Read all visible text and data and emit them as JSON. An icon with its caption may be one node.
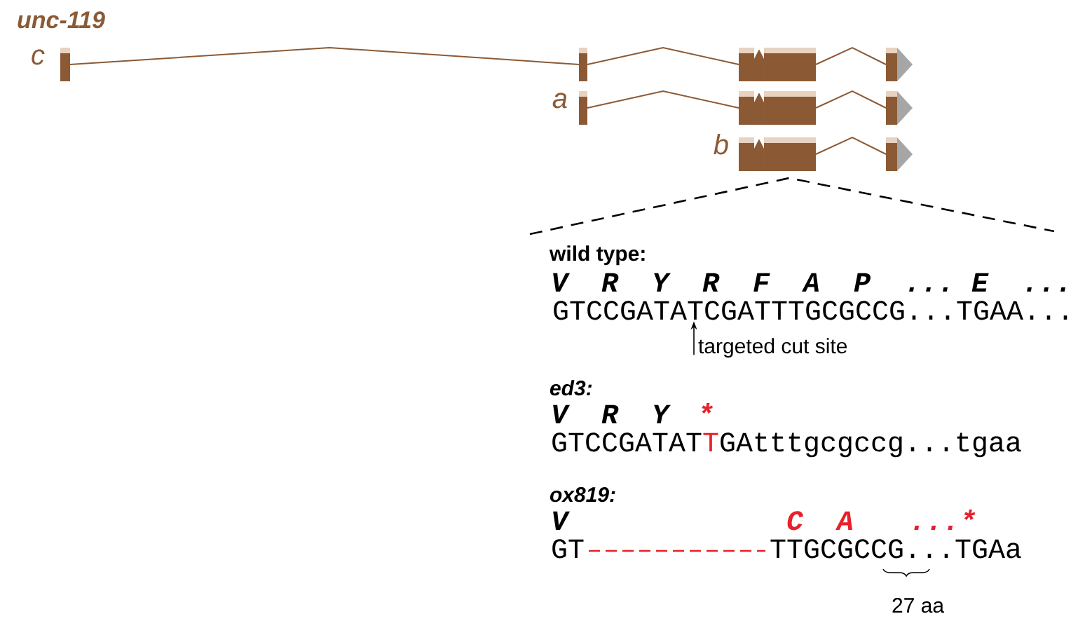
{
  "diagram": {
    "nodes": [
      {
        "text": [
          "targeted cut site"
        ]
      },
      {
        "text": [
          "GTCCGATATCGATTTGCGCCG...TGAA..."
        ]
      }
    ],
    "edges": [
      {
        "from": 0,
        "to": 1,
        "arrow": "to"
      }
    ],
    "labels": [
      "unc-119",
      "c",
      "a",
      "b",
      "wild type:",
      "V",
      "R",
      "Y",
      "R",
      "F",
      "A",
      "P",
      "...",
      "E",
      "...",
      "ed3:",
      "V",
      "R",
      "Y",
      "*",
      "GTCCGATAT",
      "T",
      "GAtttgcgccg...tgaa",
      "ox819:",
      "V",
      "C",
      "A",
      "...*",
      "GT",
      "TTGCGCCG...TGAa",
      "27 aa"
    ]
  }
}
